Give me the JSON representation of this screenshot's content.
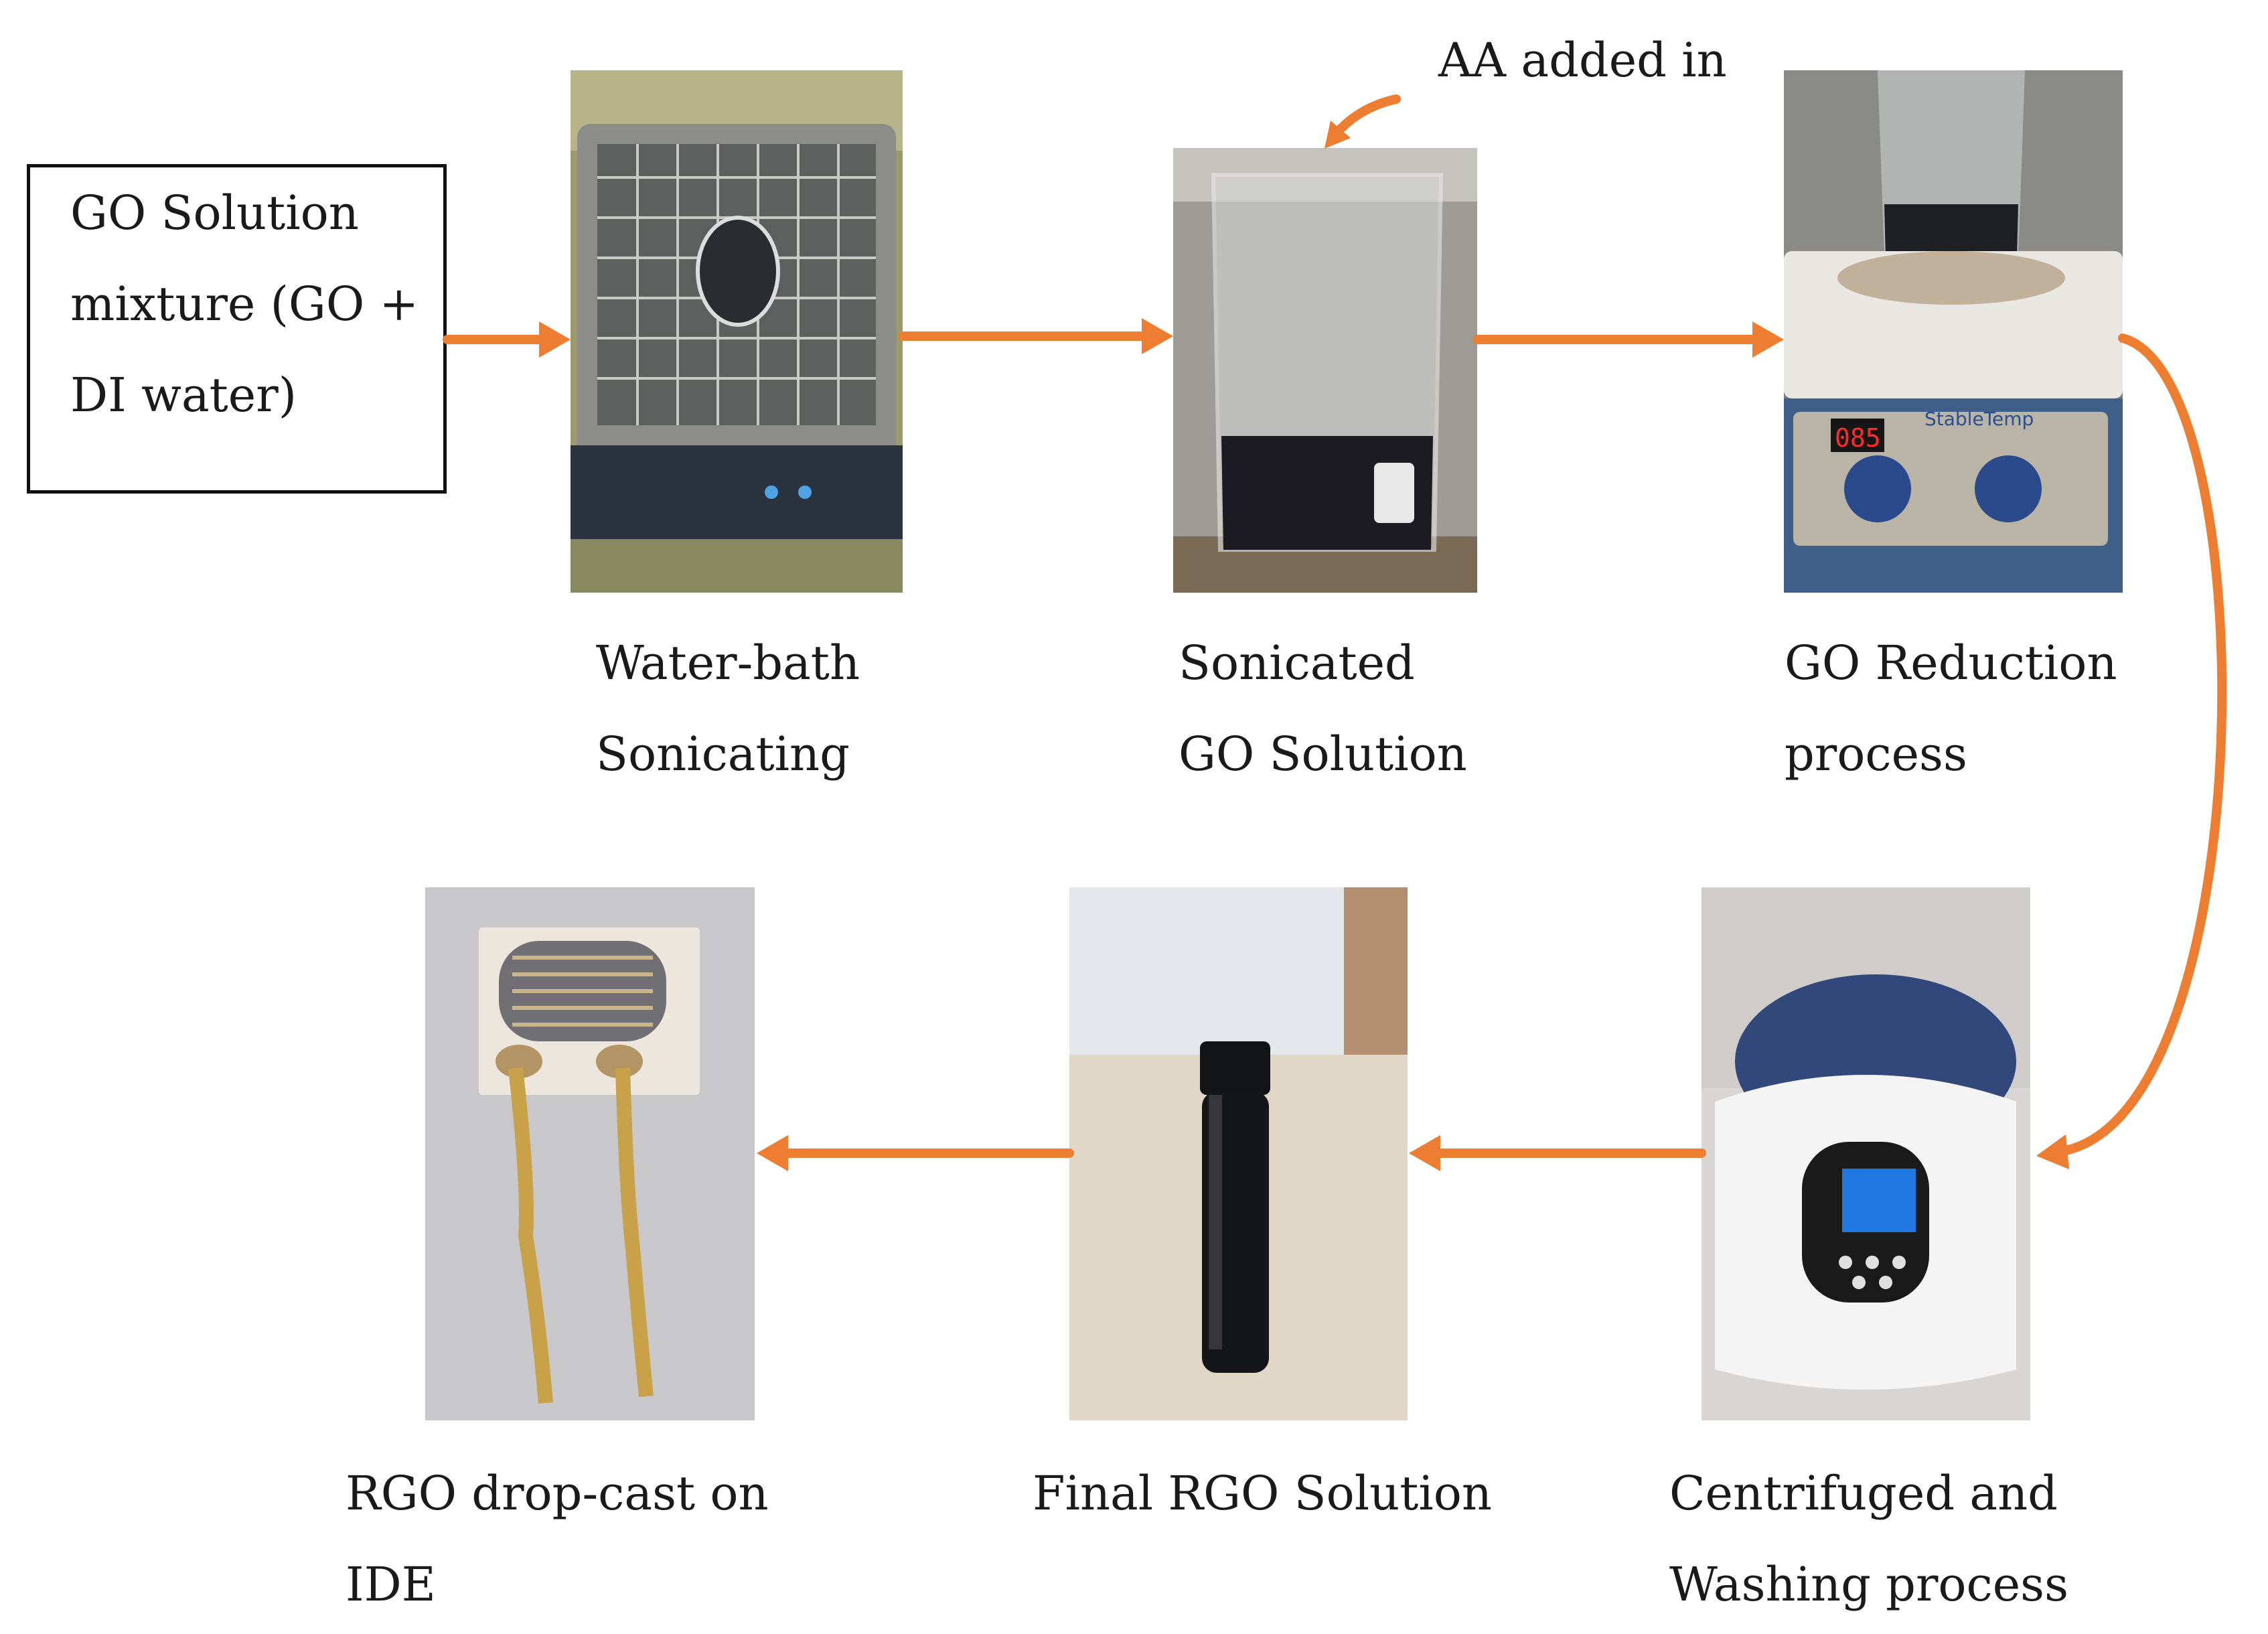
{
  "start_box": {
    "lines": [
      "GO Solution",
      "mixture (GO +",
      "DI water)"
    ]
  },
  "annotation": "AA added in",
  "steps": [
    {
      "id": "sonication",
      "lines": [
        "Water-bath",
        "Sonicating"
      ],
      "photo": "ultrasonic-bath"
    },
    {
      "id": "sonicated",
      "lines": [
        "Sonicated",
        "GO Solution"
      ],
      "photo": "beaker"
    },
    {
      "id": "reduction",
      "lines": [
        "GO Reduction",
        "process"
      ],
      "photo": "hotplate-stirrer",
      "display": "085",
      "brand": "StableTemp"
    },
    {
      "id": "centrifuge",
      "lines": [
        "Centrifuged and",
        "Washing process"
      ],
      "photo": "centrifuge"
    },
    {
      "id": "final",
      "lines": [
        "Final RGO Solution"
      ],
      "photo": "vial"
    },
    {
      "id": "dropcast",
      "lines": [
        "RGO drop-cast on",
        "IDE"
      ],
      "photo": "ide-sensor"
    }
  ],
  "colors": {
    "arrow": "#ED7D31",
    "text": "#1a1a1a",
    "box_border": "#111111"
  }
}
